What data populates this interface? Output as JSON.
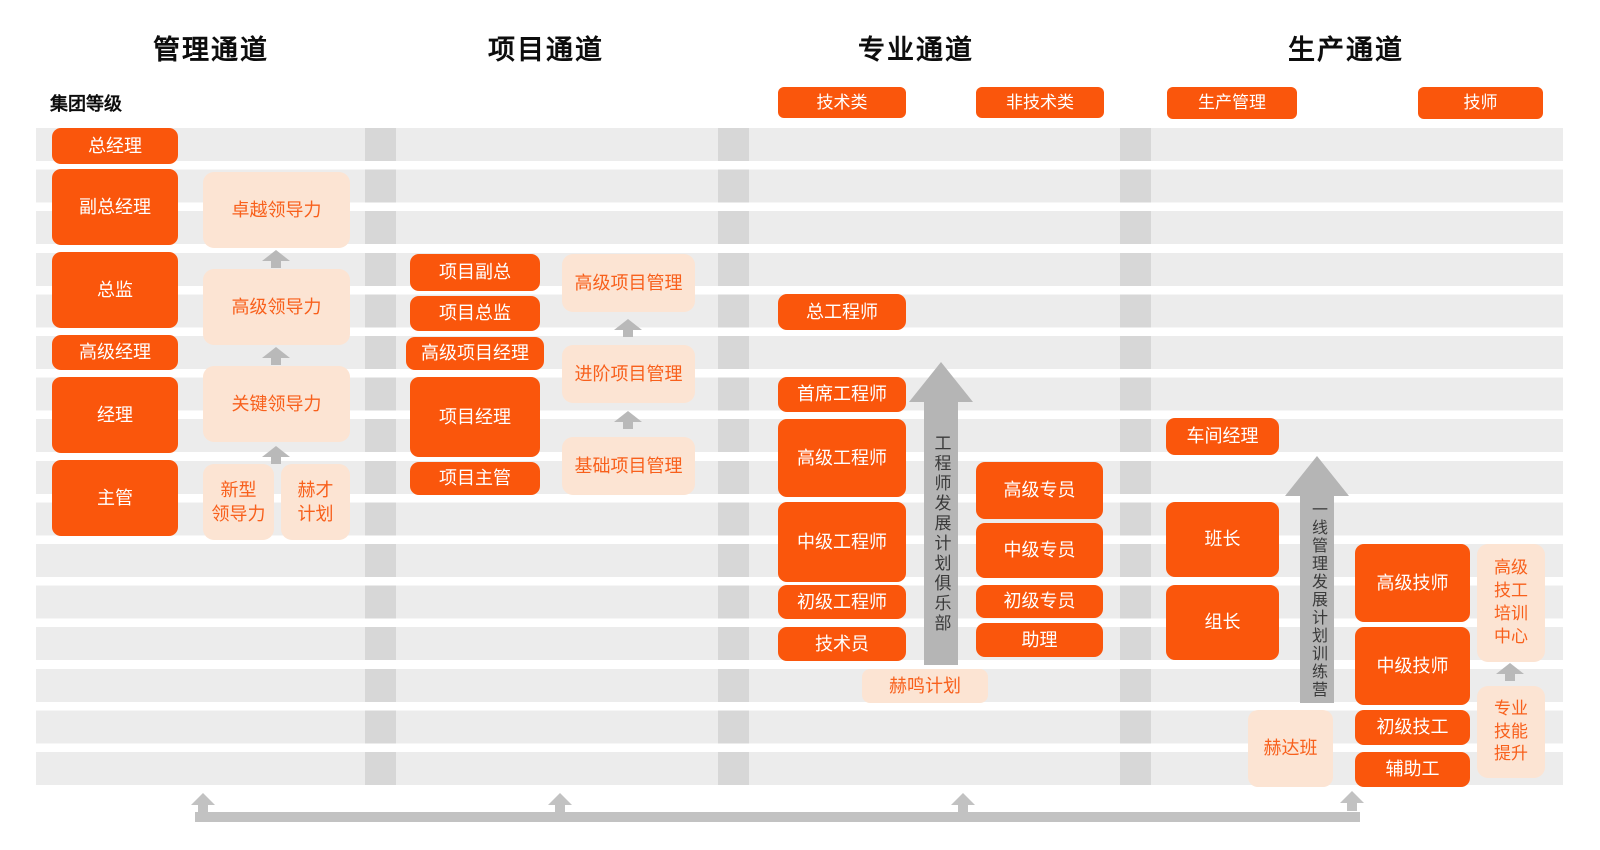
{
  "labels": {
    "group_level": "集团等级"
  },
  "channels": {
    "management": {
      "title": "管理通道"
    },
    "project": {
      "title": "项目通道"
    },
    "professional": {
      "title": "专业通道"
    },
    "production": {
      "title": "生产通道"
    }
  },
  "management": {
    "roles": {
      "general_manager": "总经理",
      "deputy_general_manager": "副总经理",
      "director": "总监",
      "senior_manager": "高级经理",
      "manager": "经理",
      "supervisor": "主管"
    },
    "programs": {
      "excellence_leadership": "卓越领导力",
      "senior_leadership": "高级领导力",
      "key_leadership": "关键领导力",
      "new_leadership": "新型\n领导力",
      "hecai_plan": "赫才\n计划"
    }
  },
  "project": {
    "roles": {
      "vp": "项目副总",
      "director": "项目总监",
      "senior_pm": "高级项目经理",
      "pm": "项目经理",
      "supervisor": "项目主管"
    },
    "programs": {
      "advanced": "高级项目管理",
      "intermediate": "进阶项目管理",
      "basic": "基础项目管理"
    }
  },
  "professional": {
    "categories": {
      "technical": "技术类",
      "non_technical": "非技术类"
    },
    "technical_roles": {
      "chief_engineer": "总工程师",
      "principal_engineer": "首席工程师",
      "senior_engineer": "高级工程师",
      "intermediate_engineer": "中级工程师",
      "junior_engineer": "初级工程师",
      "technician": "技术员"
    },
    "non_technical_roles": {
      "senior_specialist": "高级专员",
      "intermediate_specialist": "中级专员",
      "junior_specialist": "初级专员",
      "assistant": "助理"
    },
    "club_arrow_label": "工程师发展计划俱乐部",
    "heming_plan": "赫鸣计划"
  },
  "production": {
    "categories": {
      "management": "生产管理",
      "technician": "技师"
    },
    "management_roles": {
      "workshop_manager": "车间经理",
      "shift_leader": "班长",
      "team_leader": "组长"
    },
    "technician_roles": {
      "senior_technician": "高级技师",
      "intermediate_technician": "中级技师",
      "junior_worker": "初级技工",
      "auxiliary_worker": "辅助工"
    },
    "camp_arrow_label": "一线管理发展计划训练营",
    "heda_class": "赫达班",
    "training_center": "高级\n技工\n培训\n中心",
    "skill_upgrade": "专业\n技能\n提升"
  },
  "colors": {
    "primary_orange": "#fa560c",
    "light_orange": "#fce4d3",
    "light_orange_text": "#f8601c",
    "stripe_gray": "#ececec",
    "separator_gray": "#d7d7d7",
    "arrow_gray": "#b5b5b5",
    "connector_gray": "#c2c2c2"
  }
}
